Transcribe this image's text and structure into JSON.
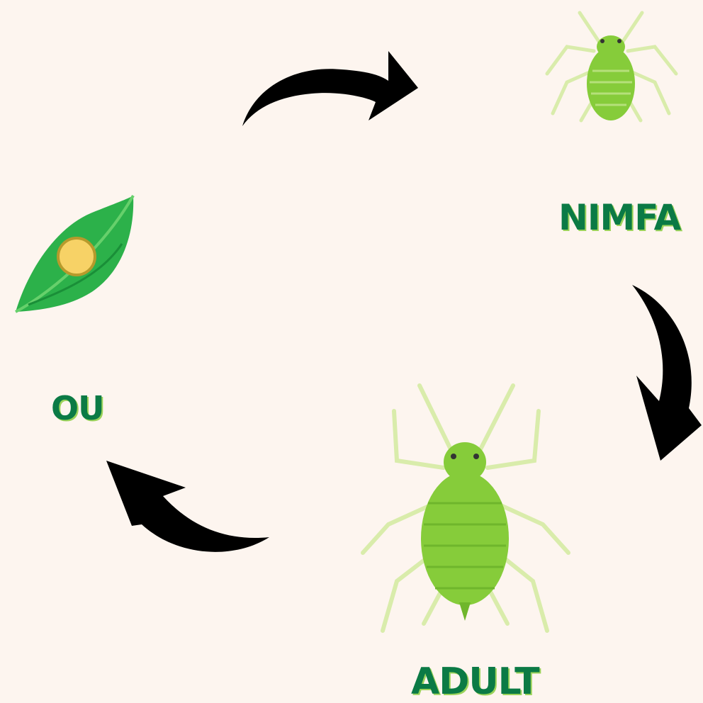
{
  "diagram": {
    "stages": [
      {
        "id": "egg",
        "label": "OU",
        "icon": "egg-on-leaf-icon"
      },
      {
        "id": "nymph",
        "label": "NIMFA",
        "icon": "nymph-aphid-icon"
      },
      {
        "id": "adult",
        "label": "ADULT",
        "icon": "adult-aphid-icon"
      }
    ],
    "cycle_arrows": [
      "egg-to-nymph",
      "nymph-to-adult",
      "adult-to-egg"
    ]
  },
  "colors": {
    "background": "#fdf5ef",
    "label_text": "#0b7a45",
    "label_shadow": "#9bd35a",
    "aphid_body": "#86cc3a",
    "aphid_legs": "#d9ecab",
    "leaf": "#2cb14a",
    "egg": "#f7d266",
    "arrow": "#000000"
  }
}
